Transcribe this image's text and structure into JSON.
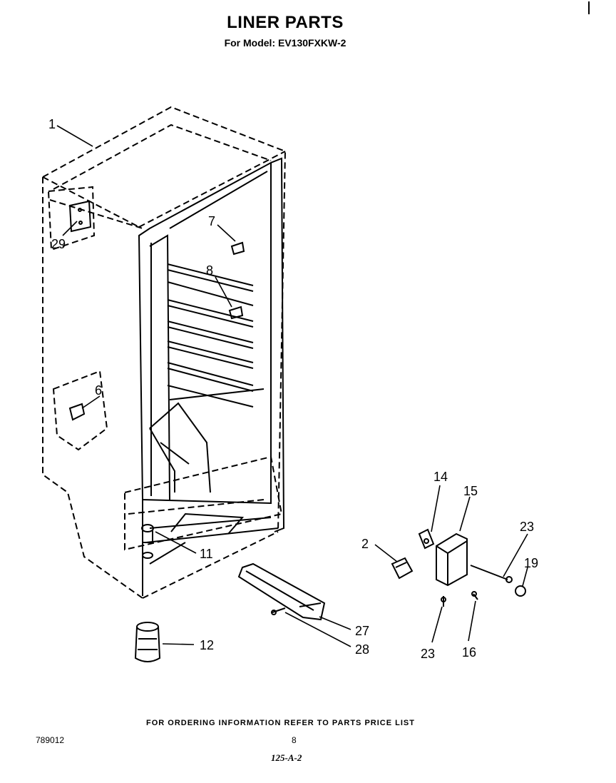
{
  "header": {
    "title": "LINER PARTS",
    "subtitle": "For Model: EV130FXKW-2"
  },
  "callouts": {
    "c1": "1",
    "c29": "29",
    "c7": "7",
    "c8": "8",
    "c6": "6",
    "c11": "11",
    "c12": "12",
    "c14": "14",
    "c15": "15",
    "c2": "2",
    "c23a": "23",
    "c19": "19",
    "c23b": "23",
    "c16": "16",
    "c27": "27",
    "c28": "28"
  },
  "footer": {
    "ordering_note": "FOR ORDERING INFORMATION REFER TO PARTS PRICE LIST",
    "doc_id": "789012",
    "page": "8",
    "ref_code": "125-A-2"
  }
}
